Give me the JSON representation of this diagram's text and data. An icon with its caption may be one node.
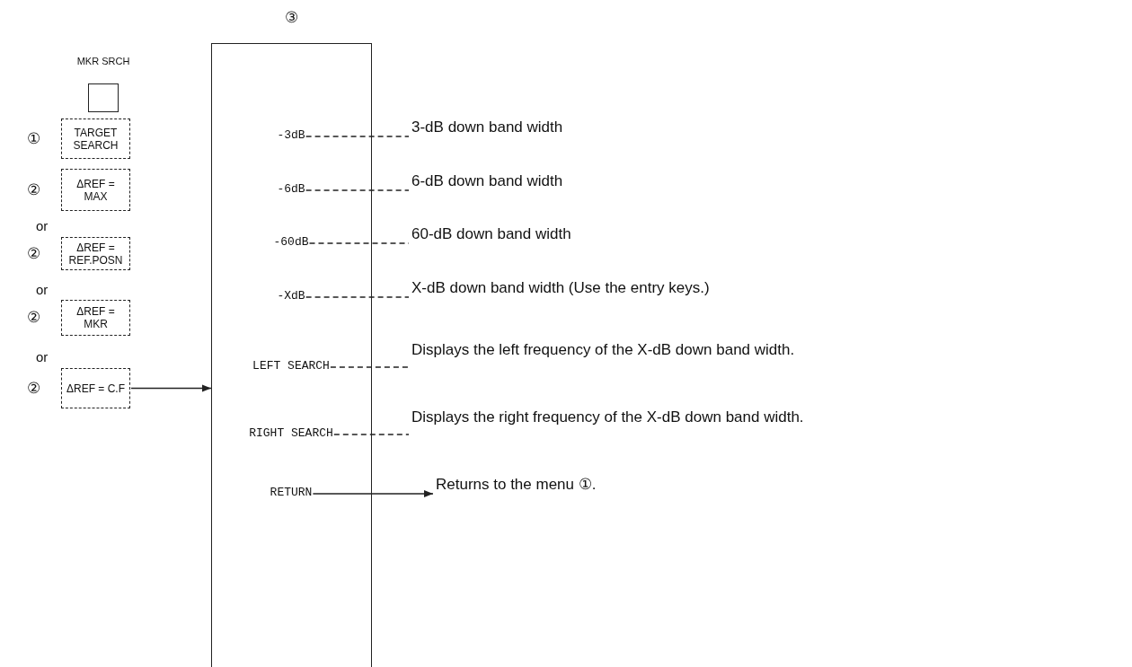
{
  "diagram": {
    "nodes": [
      {
        "text": [
          "MKR SRCH"
        ]
      },
      {
        "text": [
          "TARGET SEARCH"
        ],
        "beside": [
          "①"
        ]
      },
      {
        "text": [
          "ΔREF = MAX"
        ],
        "beside": [
          "②"
        ]
      },
      {
        "text": [
          "ΔREF = REF.POSN"
        ],
        "beside": [
          "②"
        ]
      },
      {
        "text": [
          "ΔREF = MKR"
        ],
        "beside": [
          "②"
        ]
      },
      {
        "text": [
          "ΔREF = C.F"
        ],
        "beside": [
          "②"
        ]
      },
      {
        "text": [
          "③"
        ]
      },
      {
        "text": [
          "-3dB"
        ],
        "in": 6
      },
      {
        "text": [
          "-6dB"
        ],
        "in": 6
      },
      {
        "text": [
          "-60dB"
        ],
        "in": 6
      },
      {
        "text": [
          "-XdB"
        ],
        "in": 6
      },
      {
        "text": [
          "LEFT SEARCH"
        ],
        "in": 6
      },
      {
        "text": [
          "RIGHT SEARCH"
        ],
        "in": 6
      },
      {
        "text": [
          "RETURN"
        ],
        "in": 6
      },
      {
        "text": [
          "3-dB down band width"
        ]
      },
      {
        "text": [
          "6-dB down band width"
        ]
      },
      {
        "text": [
          "60-dB down band width"
        ]
      },
      {
        "text": [
          "X-dB down band width (Use the entry keys.)"
        ]
      },
      {
        "text": [
          "Displays the left frequency of the X-dB down band width."
        ]
      },
      {
        "text": [
          "Displays the right frequency of the X-dB down band width."
        ]
      },
      {
        "text": [
          "Returns to the menu ①."
        ]
      }
    ],
    "edges": [
      {
        "from": 5,
        "to": 6,
        "arrow": "to"
      },
      {
        "from": 7,
        "to": 14,
        "arrow": "none",
        "style": "dashed"
      },
      {
        "from": 8,
        "to": 15,
        "arrow": "none",
        "style": "dashed"
      },
      {
        "from": 9,
        "to": 16,
        "arrow": "none",
        "style": "dashed"
      },
      {
        "from": 10,
        "to": 17,
        "arrow": "none",
        "style": "dashed"
      },
      {
        "from": 11,
        "to": 18,
        "arrow": "none",
        "style": "dashed"
      },
      {
        "from": 12,
        "to": 19,
        "arrow": "none",
        "style": "dashed"
      },
      {
        "from": 13,
        "to": 20,
        "arrow": "to"
      }
    ],
    "labels": [
      "or",
      "or",
      "or"
    ]
  }
}
